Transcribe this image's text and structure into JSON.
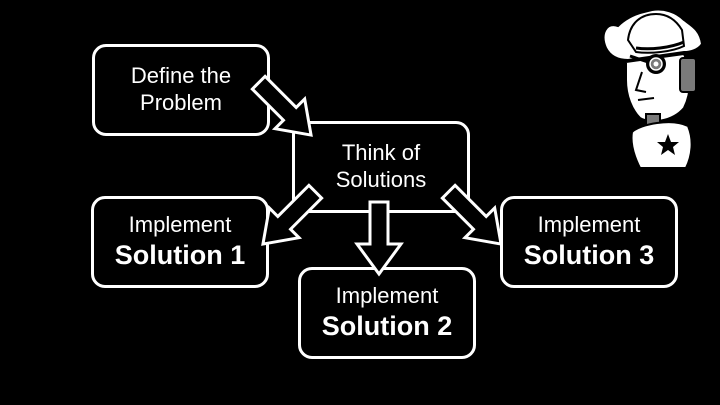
{
  "diagram": {
    "define": {
      "line1": "Define the",
      "line2": "Problem"
    },
    "think": {
      "line1": "Think of",
      "line2": "Solutions"
    },
    "solution1": {
      "label": "Implement",
      "name": "Solution 1"
    },
    "solution2": {
      "label": "Implement",
      "name": "Solution 2"
    },
    "solution3": {
      "label": "Implement",
      "name": "Solution 3"
    }
  },
  "mascot": {
    "icon": "cowboy-robot-mascot-icon"
  },
  "colors": {
    "background": "#000000",
    "foreground": "#ffffff",
    "accent": "#7a7a7a"
  }
}
